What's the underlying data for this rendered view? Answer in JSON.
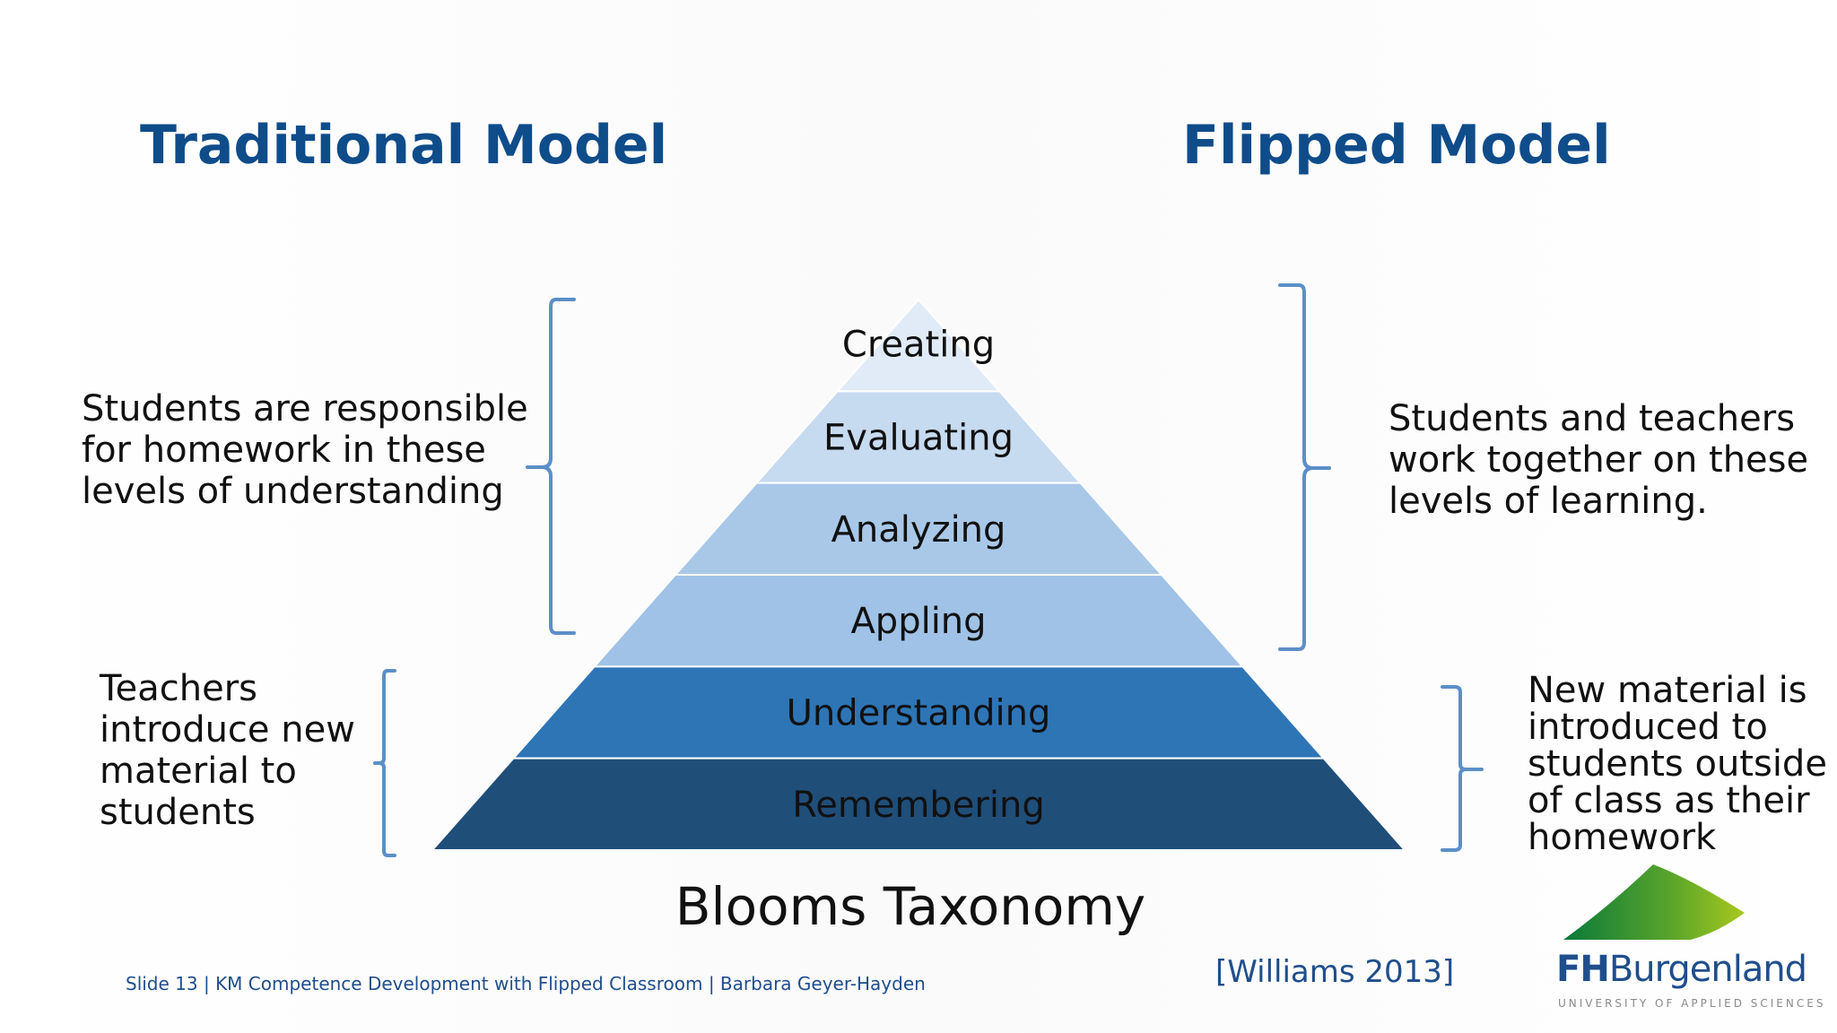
{
  "headings": {
    "traditional": "Traditional Model",
    "flipped": "Flipped Model"
  },
  "notes": {
    "left_top": [
      "Students are responsible",
      "for homework in these",
      "levels of understanding"
    ],
    "left_bottom": [
      "Teachers",
      "introduce new",
      "material to",
      "students"
    ],
    "right_top": [
      "Students and teachers",
      "work together on these",
      "levels of learning."
    ],
    "right_bottom": [
      "New material is",
      "introduced to",
      "students outside",
      "of class as their",
      "homework"
    ]
  },
  "pyramid": {
    "levels": [
      {
        "label": "Creating",
        "color": "#e0ebf7"
      },
      {
        "label": "Evaluating",
        "color": "#c6daf0"
      },
      {
        "label": "Analyzing",
        "color": "#a9c8e8"
      },
      {
        "label": "Appling",
        "color": "#9fc2e6"
      },
      {
        "label": "Understanding",
        "color": "#2e75b6"
      },
      {
        "label": "Remembering",
        "color": "#1f4e79"
      }
    ]
  },
  "title": "Blooms Taxonomy",
  "footer": "Slide 13 | KM Competence Development with Flipped Classroom | Barbara Geyer-Hayden",
  "citation": "[Williams 2013]",
  "logo": {
    "fh": "FH",
    "name": "Burgenland",
    "subtext": "UNIVERSITY OF APPLIED SCIENCES"
  },
  "colors": {
    "heading": "#0f4c8a",
    "bracket": "#5b8fc7",
    "footer": "#1f4e8c"
  }
}
